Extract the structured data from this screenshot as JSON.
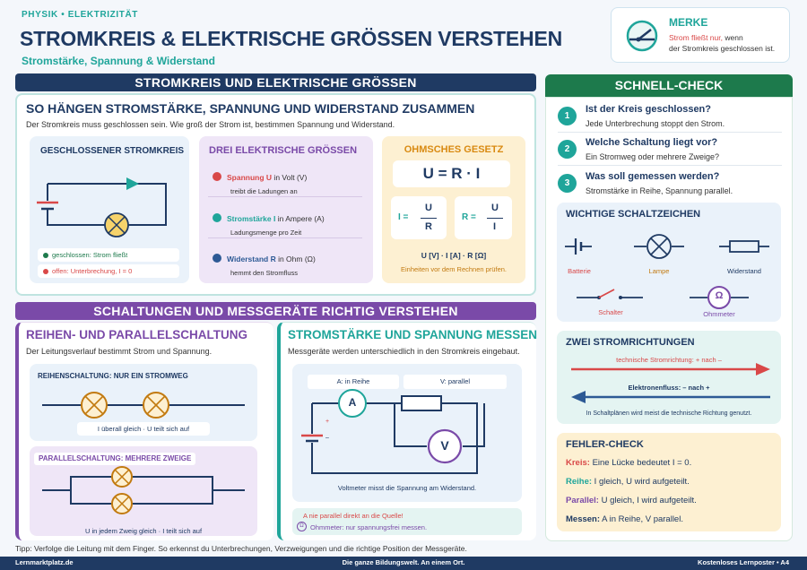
{
  "header": {
    "kicker": "PHYSIK • ELEKTRIZITÄT",
    "title": "STROMKREIS & ELEKTRISCHE GRÖSSEN VERSTEHEN",
    "subtitle": "Stromstärke, Spannung & Widerstand"
  },
  "merke": {
    "label": "MERKE",
    "line1_red": "Strom fließt nur,",
    "line1_rest": " wenn",
    "line2": "der Stromkreis geschlossen ist."
  },
  "section1": {
    "bar": "STROMKREIS UND ELEKTRISCHE GRÖSSEN",
    "title": "SO HÄNGEN STROMSTÄRKE, SPANNUNG UND WIDERSTAND ZUSAMMEN",
    "subtitle": "Der Stromkreis muss geschlossen sein. Wie groß der Strom ist, bestimmen Spannung und Widerstand.",
    "closed": {
      "title": "GESCHLOSSENER STROMKREIS",
      "legend_closed": "geschlossen: Strom fließt",
      "legend_open": "offen: Unterbrechung, I = 0"
    },
    "quantities": {
      "title": "DREI ELEKTRISCHE GRÖSSEN",
      "items": [
        {
          "name": "Spannung U",
          "unit": " in Volt (V)",
          "desc": "treibt die Ladungen an",
          "color": "#d94848"
        },
        {
          "name": "Stromstärke I",
          "unit": " in Ampere (A)",
          "desc": "Ladungsmenge pro Zeit",
          "color": "#1fa59a"
        },
        {
          "name": "Widerstand R",
          "unit": " in Ohm (Ω)",
          "desc": "hemmt den Stromfluss",
          "color": "#2d5a95"
        }
      ]
    },
    "ohm": {
      "title": "OHMSCHES GESETZ",
      "formula": "U = R · I",
      "i_label": "I =",
      "r_label": "R =",
      "u": "U",
      "r": "R",
      "i": "I",
      "units": "U [V] · I [A] · R [Ω]",
      "note": "Einheiten vor dem Rechnen prüfen."
    }
  },
  "section2": {
    "bar": "SCHALTUNGEN UND MESSGERÄTE RICHTIG VERSTEHEN",
    "series": {
      "title": "REIHEN- UND PARALLELSCHALTUNG",
      "subtitle": "Der Leitungsverlauf bestimmt Strom und Spannung.",
      "series_label": "REIHENSCHALTUNG: NUR EIN STROMWEG",
      "series_note": "I überall gleich · U teilt sich auf",
      "parallel_label": "PARALLELSCHALTUNG: MEHRERE ZWEIGE",
      "parallel_note": "U in jedem Zweig gleich · I teilt sich auf"
    },
    "measure": {
      "title": "STROMSTÄRKE UND SPANNUNG MESSEN",
      "subtitle": "Messgeräte werden unterschiedlich in den Stromkreis eingebaut.",
      "a_label": "A: in Reihe",
      "v_label": "V: parallel",
      "a": "A",
      "v": "V",
      "caption": "Voltmeter misst die Spannung am Widerstand.",
      "warn1": "A nie parallel direkt an die Quelle!",
      "warn2": "Ohmmeter: nur spannungsfrei messen.",
      "plus": "+",
      "minus": "–"
    }
  },
  "check": {
    "bar": "SCHNELL-CHECK",
    "items": [
      {
        "n": "1",
        "q": "Ist der Kreis geschlossen?",
        "a": "Jede Unterbrechung stoppt den Strom."
      },
      {
        "n": "2",
        "q": "Welche Schaltung liegt vor?",
        "a": "Ein Stromweg oder mehrere Zweige?"
      },
      {
        "n": "3",
        "q": "Was soll gemessen werden?",
        "a": "Stromstärke in Reihe, Spannung parallel."
      }
    ],
    "symbols": {
      "title": "WICHTIGE SCHALTZEICHEN",
      "batterie": "Batterie",
      "lampe": "Lampe",
      "widerstand": "Widerstand",
      "schalter": "Schalter",
      "ohmmeter": "Ohmmeter",
      "omega": "Ω"
    },
    "directions": {
      "title": "ZWEI STROMRICHTUNGEN",
      "technical": "technische Stromrichtung: + nach –",
      "electrons": "Elektronenfluss: – nach +",
      "note": "In Schaltplänen wird meist die technische Richtung genutzt."
    },
    "errors": {
      "title": "FEHLER-CHECK",
      "items": [
        {
          "k": "Kreis:",
          "t": " Eine Lücke bedeutet I = 0.",
          "color": "#d94848"
        },
        {
          "k": "Reihe:",
          "t": " I gleich, U wird aufgeteilt.",
          "color": "#1fa59a"
        },
        {
          "k": "Parallel:",
          "t": " U gleich, I wird aufgeteilt.",
          "color": "#7a4aa8"
        },
        {
          "k": "Messen:",
          "t": " A in Reihe, V parallel.",
          "color": "#1f3a63"
        }
      ]
    }
  },
  "footer": {
    "tip": "Tipp: Verfolge die Leitung mit dem Finger. So erkennst du Unterbrechungen, Verzweigungen und die richtige Position der Messgeräte.",
    "left": "Lernmarktplatz.de",
    "center": "Die ganze Bildungswelt. An einem Ort.",
    "right": "Kostenloses Lernposter • A4"
  },
  "colors": {
    "navy": "#1f3a63",
    "teal": "#1fa59a",
    "green": "#1d7a4c",
    "purple": "#7a4aa8",
    "red": "#d94848",
    "orange": "#e0a030"
  }
}
